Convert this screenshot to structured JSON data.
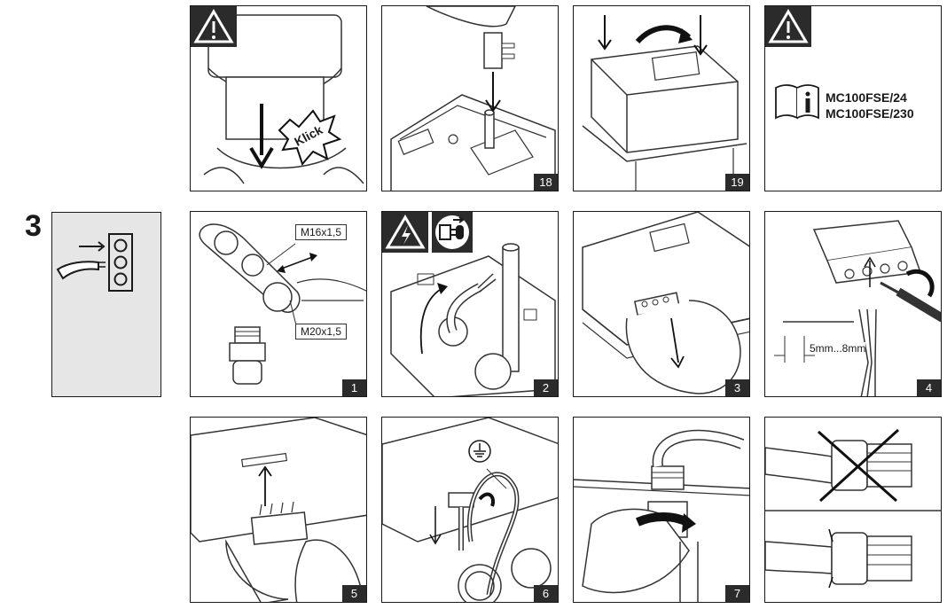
{
  "step_number": "3",
  "row1": {
    "p18_number": "18",
    "p19_number": "19",
    "klick_label": "Klick",
    "models": [
      "MC100FSE/24",
      "MC100FSE/230"
    ]
  },
  "row2": {
    "p1_number": "1",
    "thread_small": "M16x1,5",
    "thread_large": "M20x1,5",
    "p2_number": "2",
    "p3_number": "3",
    "p4_number": "4",
    "strip_length": "5mm...8mm"
  },
  "row3": {
    "p5_number": "5",
    "p6_number": "6",
    "p7_number": "7"
  },
  "icons": [
    "warning-icon",
    "electrical-warning-icon",
    "disconnect-power-icon",
    "manual-info-icon",
    "ground-symbol-icon",
    "cable-entry-icon"
  ]
}
